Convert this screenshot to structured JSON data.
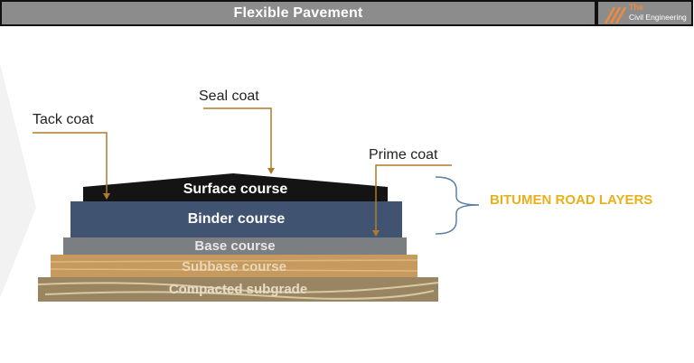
{
  "header": {
    "title": "Flexible Pavement"
  },
  "logo": {
    "line1": "The",
    "line2": "Civil Engineering"
  },
  "callouts": {
    "tack_coat": "Tack coat",
    "seal_coat": "Seal coat",
    "prime_coat": "Prime coat"
  },
  "layers": {
    "surface": "Surface course",
    "binder": "Binder course",
    "base": "Base course",
    "subbase": "Subbase course",
    "subgrade": "Compacted subgrade"
  },
  "group_label": "BITUMEN ROAD LAYERS",
  "colors": {
    "accent": "#e8b01c",
    "callout_line": "#b07a2a",
    "brace": "#5b7fa6",
    "binder": "#3f5270",
    "surface": "#151515"
  }
}
